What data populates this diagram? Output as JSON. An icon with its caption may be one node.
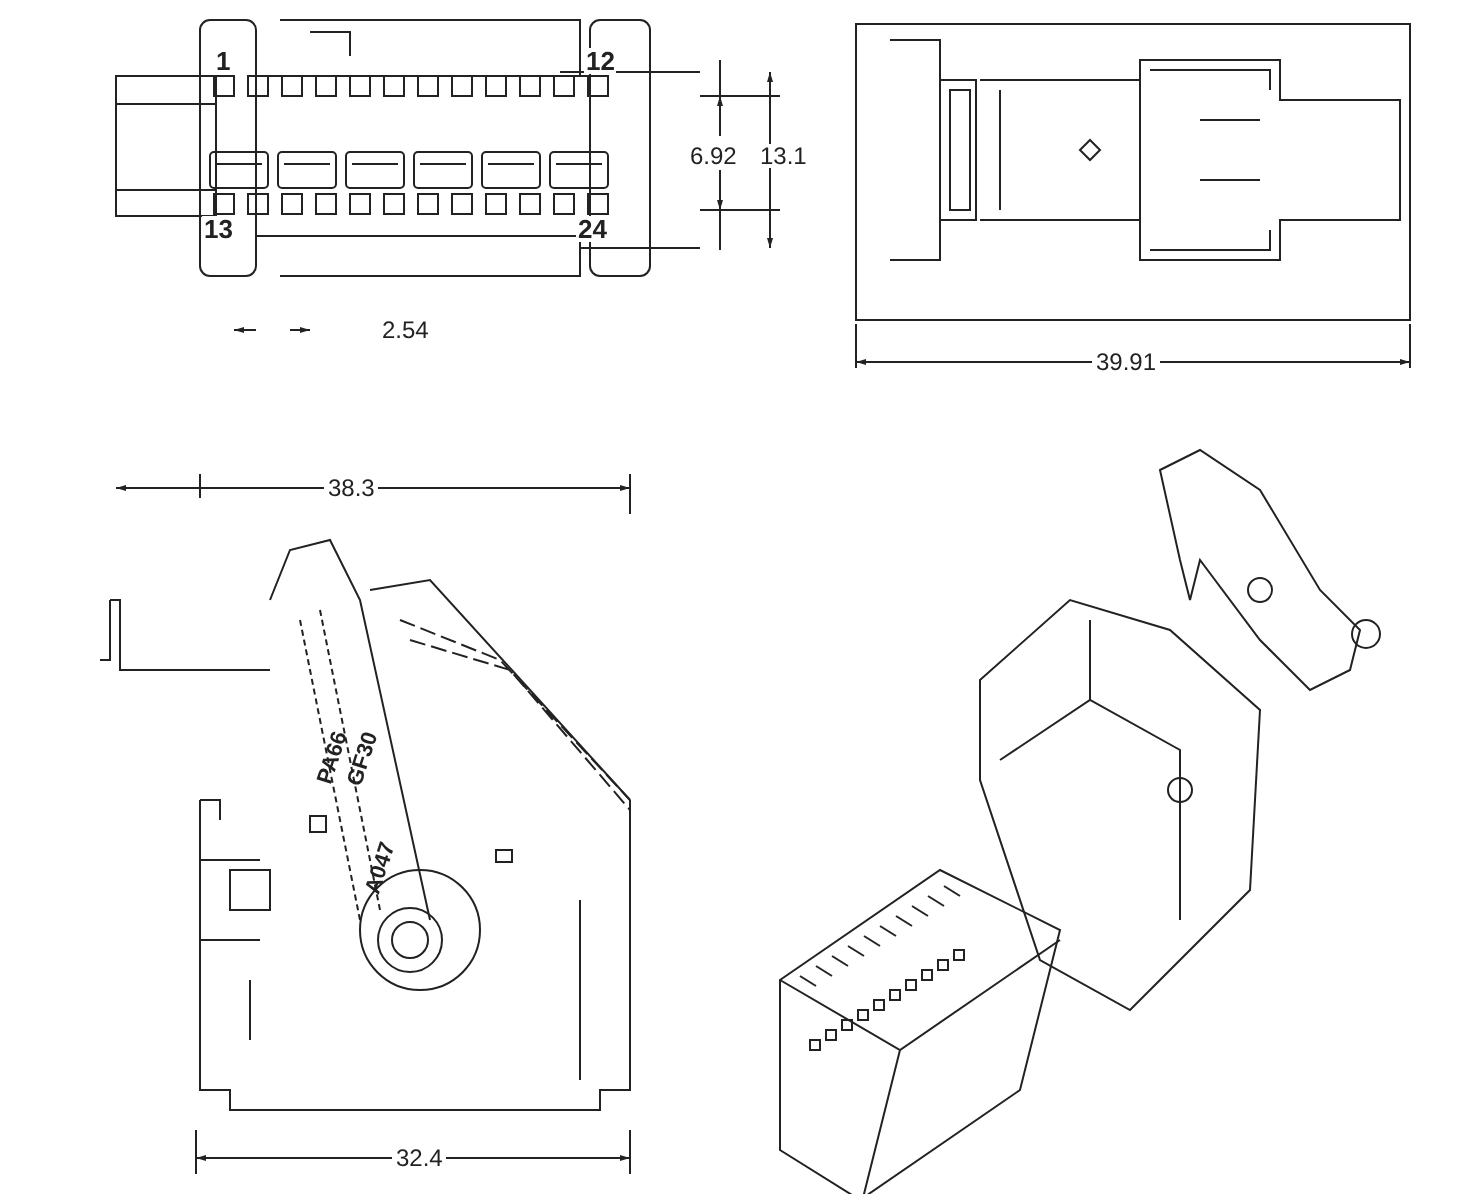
{
  "diagram": {
    "labels": [
      "1",
      "12",
      "13",
      "24",
      "6.92",
      "13.1",
      "2.54",
      "39.91",
      "38.3",
      "PA66",
      "GF30",
      "A047",
      "32.4"
    ]
  }
}
